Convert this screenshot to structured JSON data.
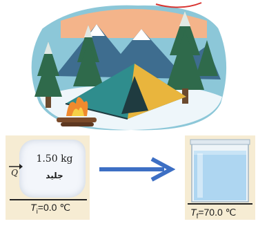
{
  "ice": {
    "mass": "1.50 kg",
    "label": "جليد"
  },
  "heat": {
    "symbol": "Q"
  },
  "initial": {
    "symbol": "T",
    "subscript": "i",
    "value": "=0.0 ℃"
  },
  "final": {
    "symbol": "T",
    "subscript": "f",
    "value": "=70.0 ℃"
  },
  "colors": {
    "arrow": "#3d6fc4",
    "water": "#aed6f1",
    "panel": "#f6ecd3"
  }
}
